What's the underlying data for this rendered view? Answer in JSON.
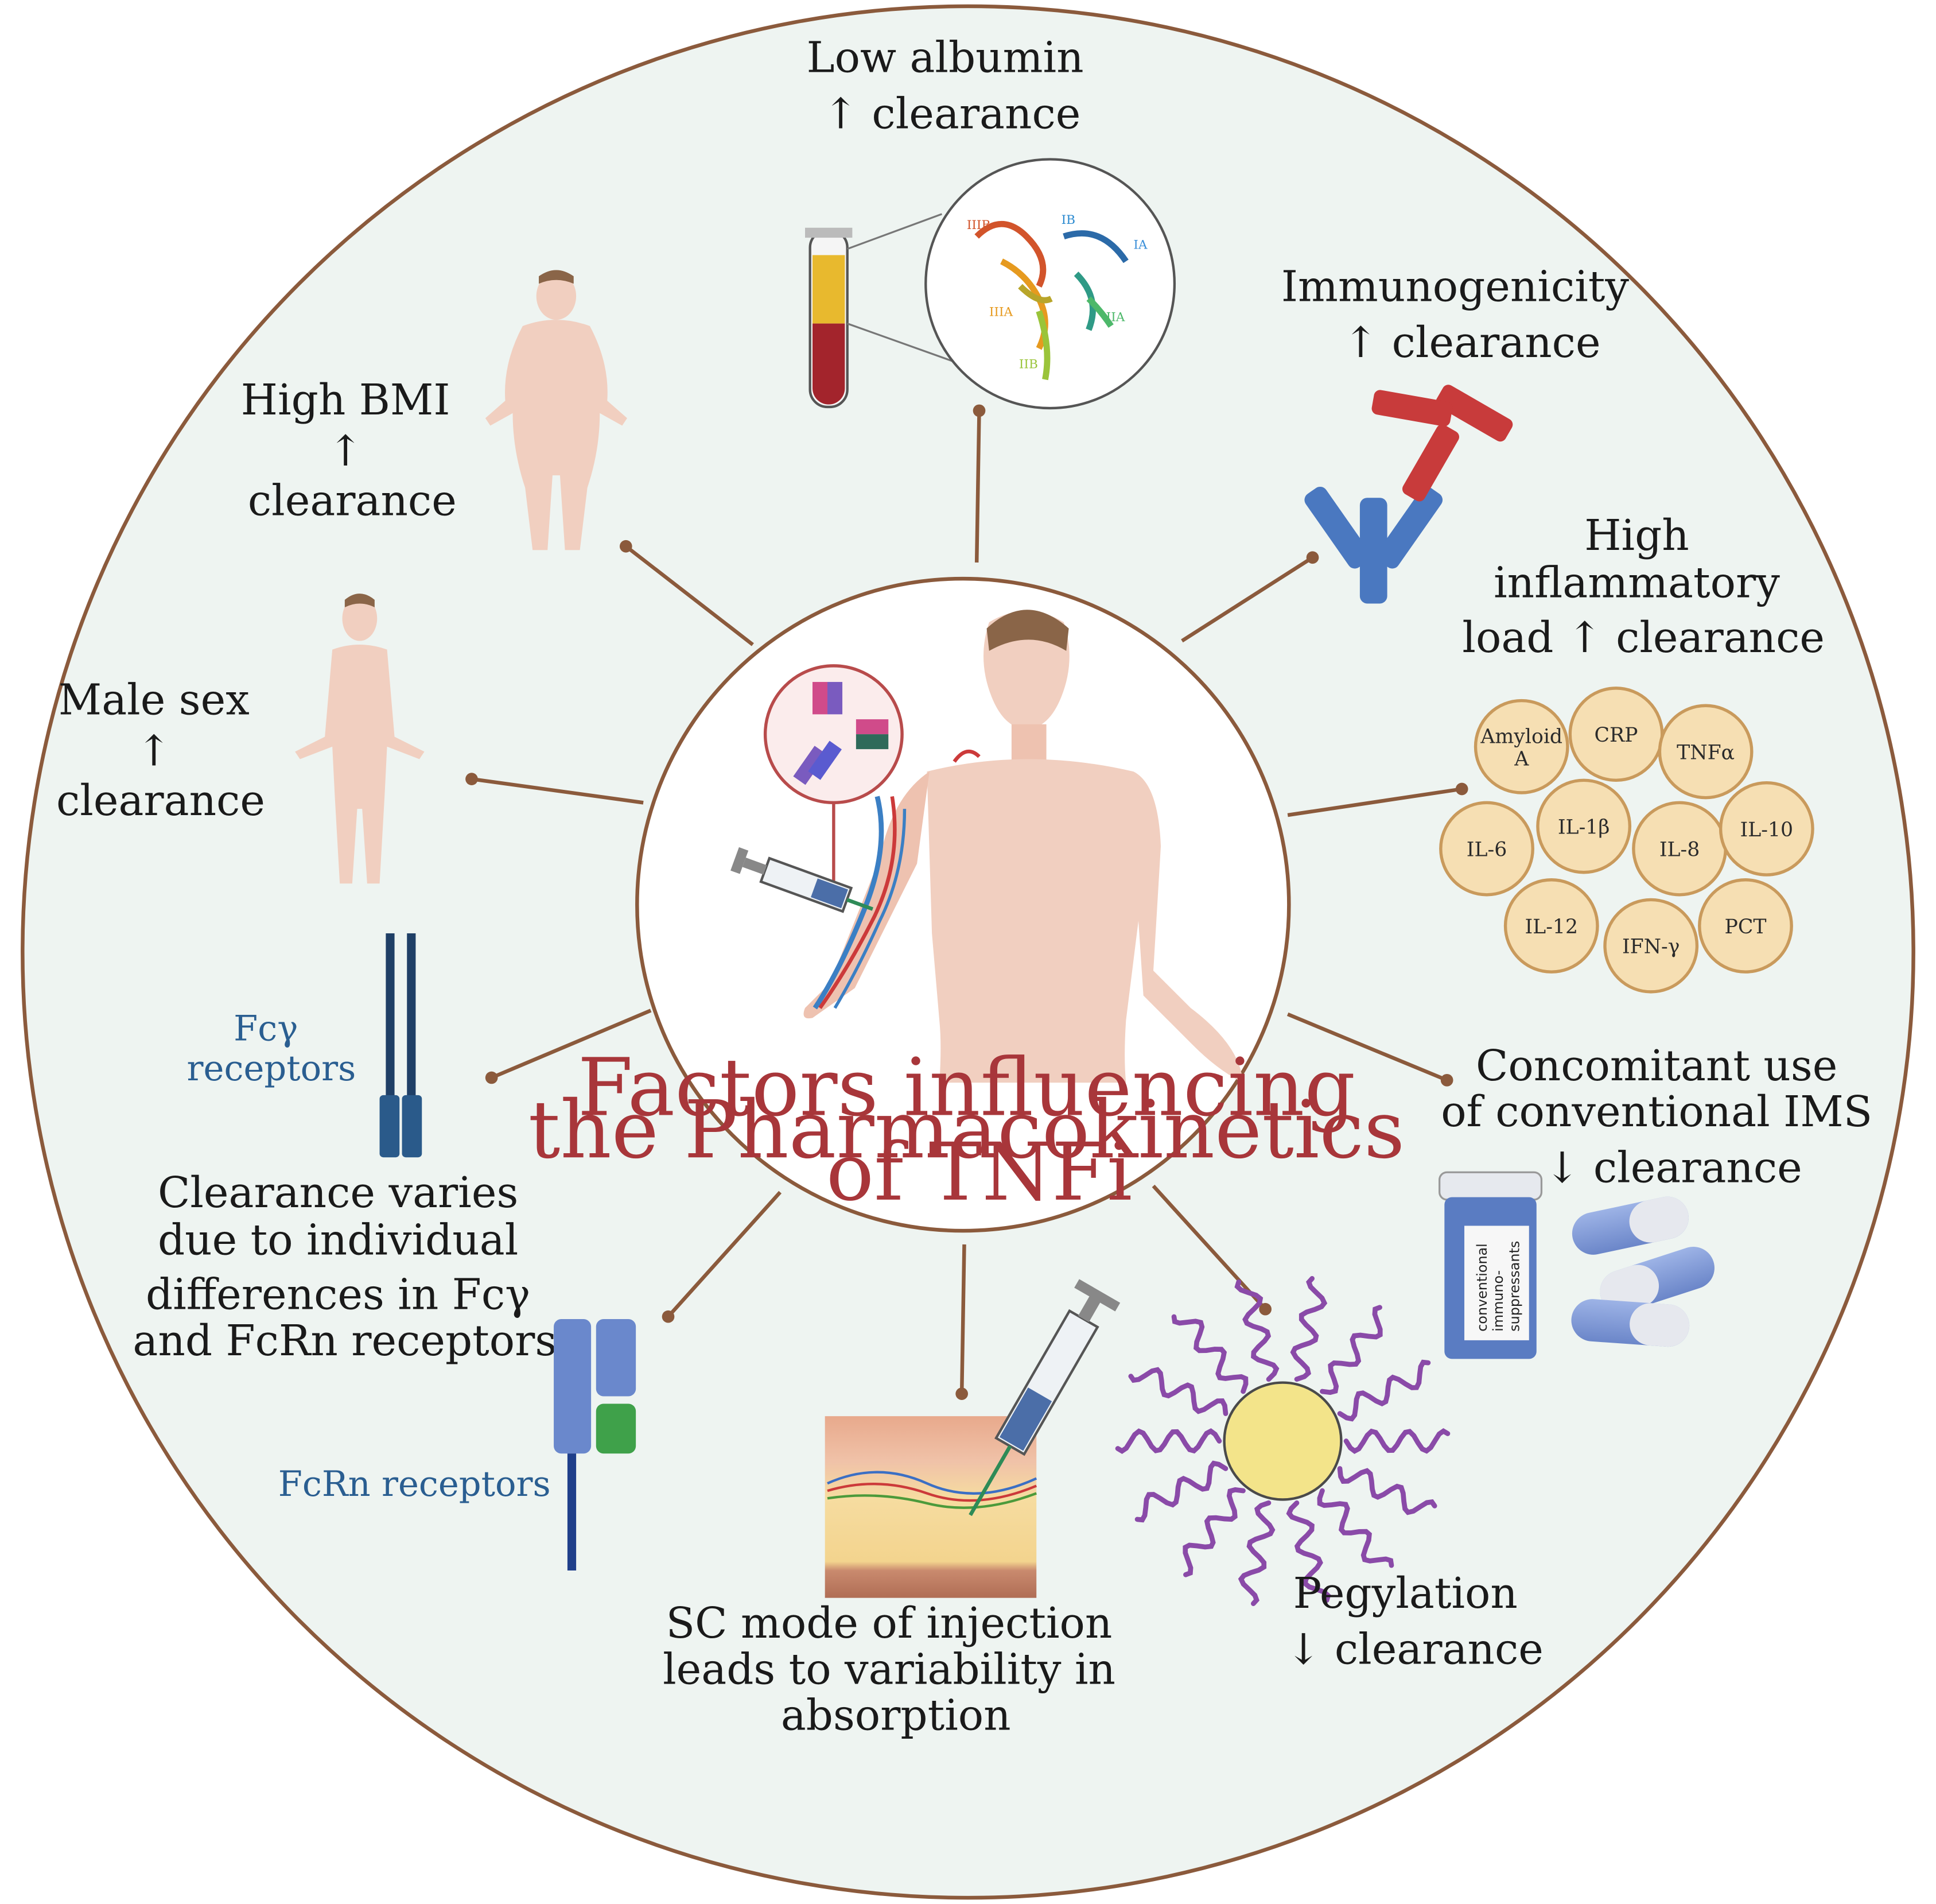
{
  "colors": {
    "background": "#eef4f1",
    "outer_ring": "#8b5a3c",
    "connector": "#8b5a3c",
    "center_title": "#a8363a",
    "receptor_label": "#2a5e91",
    "cytokine_fill": "#f6dfb3",
    "cytokine_stroke": "#c99a5c",
    "skin_tone": "#f1cfc0",
    "antibody_blue": "#4a78c0",
    "antibody_red": "#c83b3b",
    "peg_core": "#f3e48a",
    "peg_chain": "#8a4aa8"
  },
  "center": {
    "title_lines": [
      "Factors influencing",
      "the Pharmacokinetics",
      "of TNFi"
    ]
  },
  "factors": {
    "low_albumin": {
      "lines": [
        "Low albumin",
        "↑ clearance"
      ],
      "domain_labels": [
        "IIIB",
        "IB",
        "IA",
        "IIIA",
        "IIA",
        "IIB"
      ]
    },
    "immunogenicity": {
      "lines": [
        "Immunogenicity",
        "↑ clearance"
      ]
    },
    "inflammatory": {
      "lines": [
        "High",
        "inflammatory",
        "load ↑ clearance"
      ],
      "markers": [
        [
          "Amyloid",
          "A"
        ],
        [
          "CRP"
        ],
        [
          "TNFα"
        ],
        [
          "IL-6"
        ],
        [
          "IL-1β"
        ],
        [
          "IL-8"
        ],
        [
          "IL-10"
        ],
        [
          "IL-12"
        ],
        [
          "IFN-γ"
        ],
        [
          "PCT"
        ]
      ]
    },
    "ims": {
      "lines": [
        "Concomitant use",
        "of conventional IMS",
        "↓ clearance"
      ],
      "bottle_label": [
        "conventional",
        "immuno-",
        "suppressants"
      ]
    },
    "pegylation": {
      "lines": [
        "Pegylation",
        "↓ clearance"
      ]
    },
    "sc_injection": {
      "lines": [
        "SC mode of injection",
        "leads to variability in",
        "absorption"
      ]
    },
    "receptors": {
      "lines": [
        "Clearance varies",
        "due to individual",
        "differences in Fcγ",
        "and FcRn receptors"
      ],
      "fcg_label": [
        "Fcγ",
        "receptors"
      ],
      "fcrn_label": "FcRn receptors"
    },
    "male_sex": {
      "lines": [
        "Male sex",
        "↑",
        "clearance"
      ]
    },
    "high_bmi": {
      "lines": [
        "High BMI",
        "↑",
        "clearance"
      ]
    }
  }
}
